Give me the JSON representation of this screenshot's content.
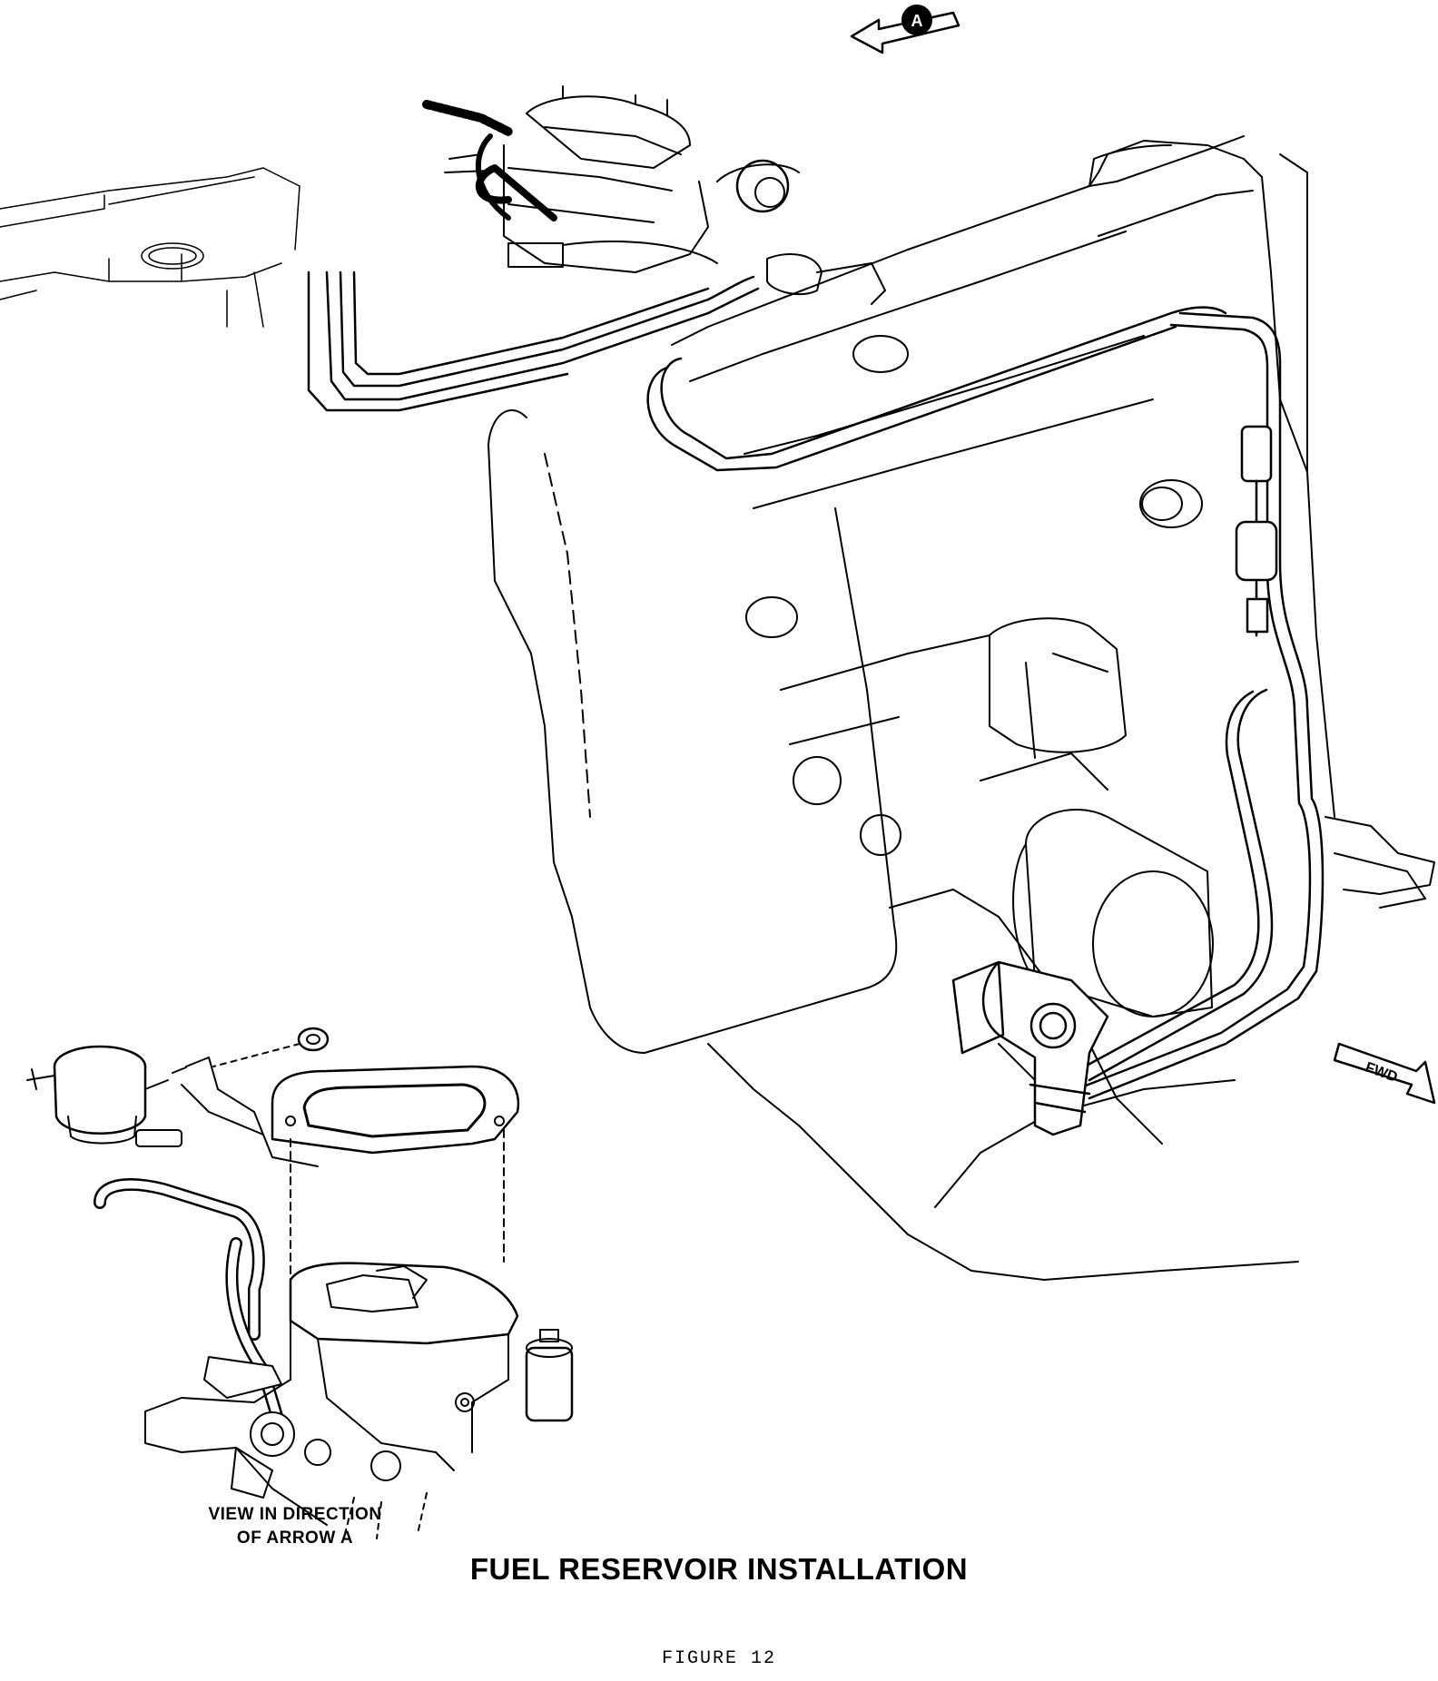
{
  "arrow_a_letter": "A",
  "fwd_label": "FWD",
  "view_caption_line1": "VIEW IN DIRECTION",
  "view_caption_line2": "OF ARROW A",
  "title": "FUEL RESERVOIR INSTALLATION",
  "figure_label": "FIGURE 12",
  "line_color": "#000000",
  "background_color": "#ffffff"
}
